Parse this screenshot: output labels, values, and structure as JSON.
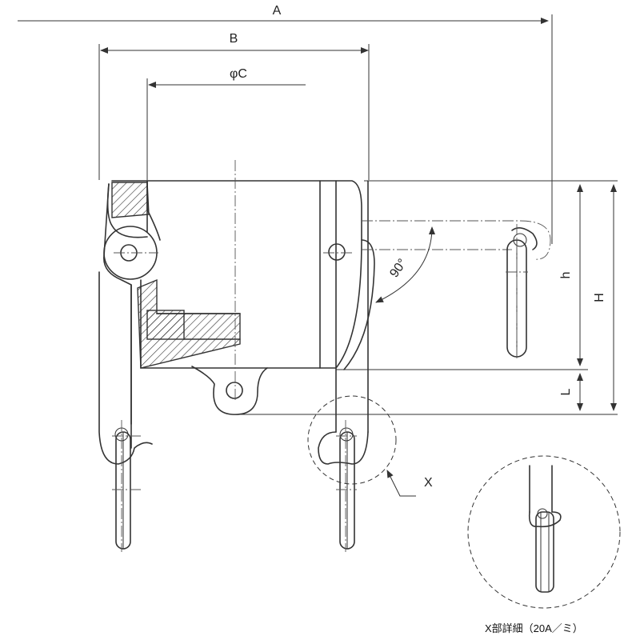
{
  "labels": {
    "dim_a": "A",
    "dim_b": "B",
    "dim_c": "φC",
    "dim_h_small": "h",
    "dim_h_large": "H",
    "dim_l": "L",
    "angle": "90°",
    "detail_mark": "X",
    "detail_caption": "X部詳細（20A／ミ）"
  }
}
